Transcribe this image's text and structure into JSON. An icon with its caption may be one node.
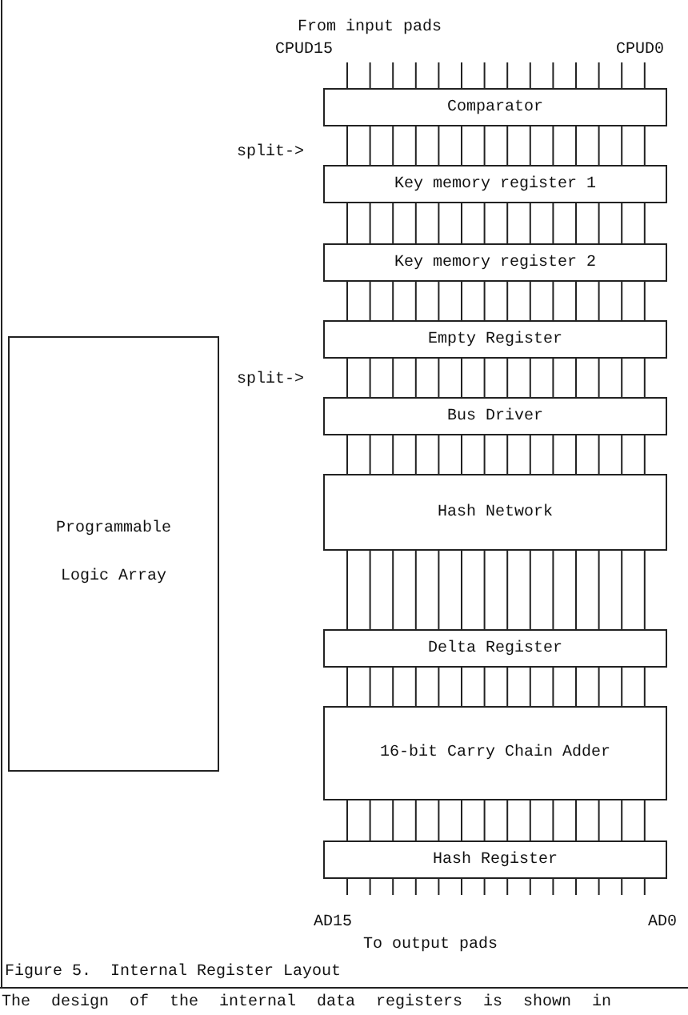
{
  "diagram": {
    "caption": "Figure 5.  Internal Register Layout",
    "nodes": [
      {
        "text": [
          "Comparator"
        ]
      },
      {
        "text": [
          "Key memory register 1"
        ]
      },
      {
        "text": [
          "Key memory register 2"
        ]
      },
      {
        "text": [
          "Empty Register"
        ]
      },
      {
        "text": [
          "Bus Driver"
        ]
      },
      {
        "text": [
          "Hash Network"
        ]
      },
      {
        "text": [
          "Delta Register"
        ]
      },
      {
        "text": [
          "16-bit Carry Chain Adder"
        ]
      },
      {
        "text": [
          "Hash Register"
        ]
      },
      {
        "text": [
          "Programmable Logic Array"
        ]
      }
    ],
    "edges": [
      {
        "from": null,
        "to": 0,
        "arrow": "none"
      },
      {
        "from": 0,
        "to": 1,
        "arrow": "none"
      },
      {
        "from": 1,
        "to": 2,
        "arrow": "none"
      },
      {
        "from": 2,
        "to": 3,
        "arrow": "none"
      },
      {
        "from": 3,
        "to": 4,
        "arrow": "none"
      },
      {
        "from": 4,
        "to": 5,
        "arrow": "none"
      },
      {
        "from": 5,
        "to": 6,
        "arrow": "none"
      },
      {
        "from": 6,
        "to": 7,
        "arrow": "none"
      },
      {
        "from": 7,
        "to": 8,
        "arrow": "none"
      },
      {
        "from": 8,
        "to": null,
        "arrow": "none"
      }
    ],
    "labels": [
      "From input pads",
      "CPUD15",
      "CPUD0",
      "split->",
      "split->",
      "AD15",
      "AD0",
      "To output pads",
      "The design of the internal data registers is shown in"
    ]
  }
}
